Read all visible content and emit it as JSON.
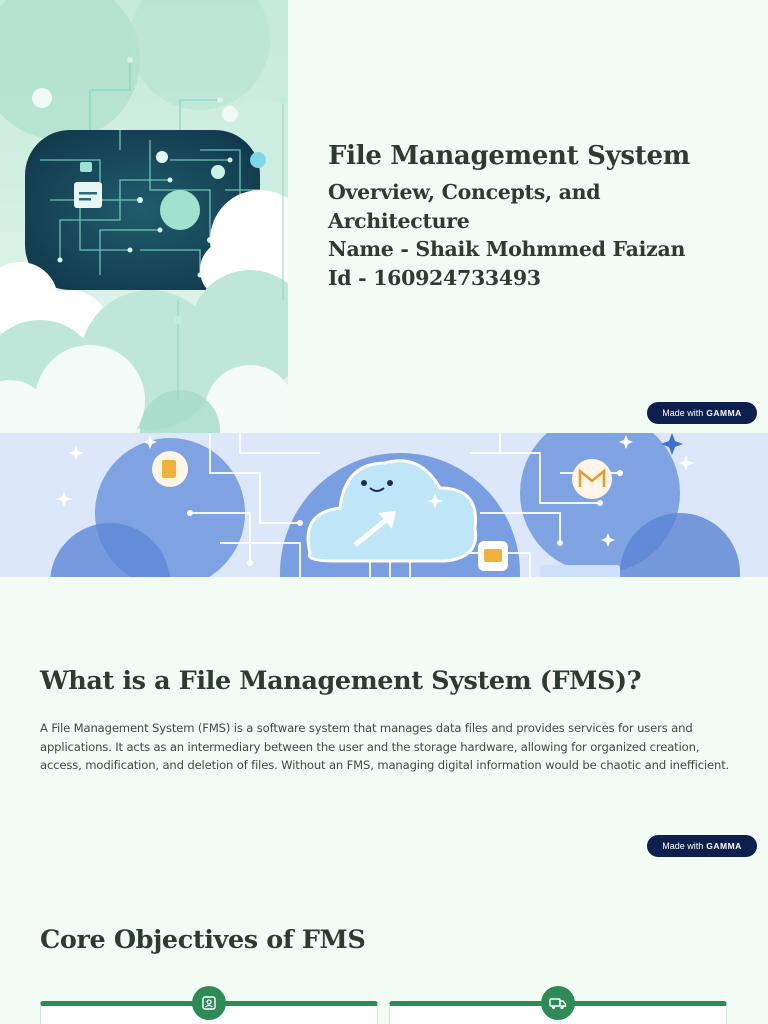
{
  "slide1": {
    "title": "File Management System",
    "subtitle": "Overview, Concepts, and Architecture",
    "name_line": "Name - Shaik Mohmmed Faizan",
    "id_line": "Id - 160924733493"
  },
  "badge": {
    "made_with": "Made with",
    "brand": "GAMMA"
  },
  "slide2": {
    "heading": "What is a File Management System (FMS)?",
    "paragraph": "A File Management System (FMS) is a software system that manages data files and provides services for users and applications. It acts as an intermediary between the user and the storage hardware, allowing for organized creation, access, modification, and deletion of files. Without an FMS, managing digital information would be chaotic and inefficient."
  },
  "slide3": {
    "heading": "Core Objectives of FMS",
    "cards": [
      {
        "icon": "id-card-icon"
      },
      {
        "icon": "truck-icon"
      }
    ]
  },
  "colors": {
    "accent_green": "#2e8a57",
    "badge_navy": "#0e1f4e",
    "background": "#f3fbf5"
  }
}
